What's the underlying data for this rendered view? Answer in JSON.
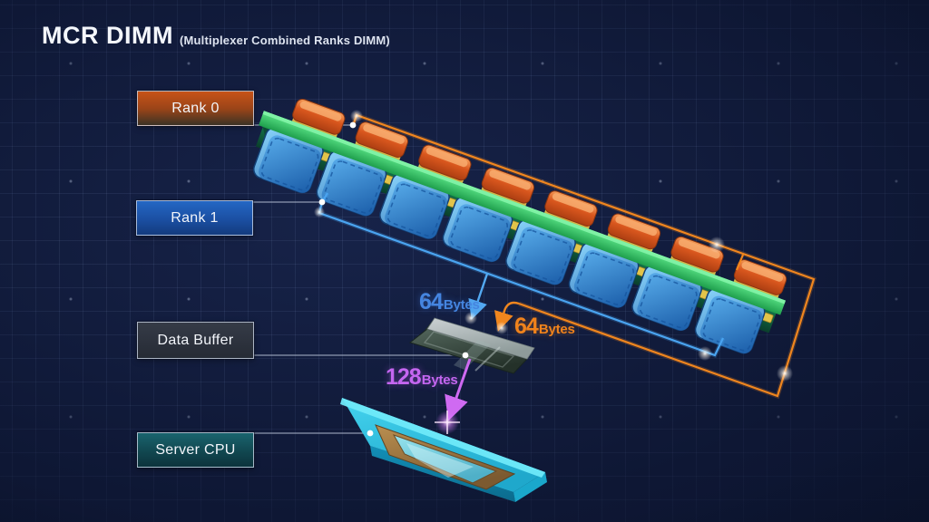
{
  "title": {
    "main": "MCR DIMM",
    "sub": "(Multiplexer Combined Ranks DIMM)"
  },
  "labels": {
    "rank0": "Rank 0",
    "rank1": "Rank 1",
    "data_buffer": "Data Buffer",
    "server_cpu": "Server CPU"
  },
  "annotations": {
    "rank1_to_buffer": {
      "value": "64",
      "unit": "Bytes",
      "color": "#4585E0"
    },
    "rank0_to_buffer": {
      "value": "64",
      "unit": "Bytes",
      "color": "#F0831C"
    },
    "buffer_to_cpu": {
      "value": "128",
      "unit": "Bytes",
      "color": "#C466F0"
    }
  },
  "diagram": {
    "dimm_module": {
      "rank0_chip_count": 8,
      "rank1_chip_count": 8,
      "rank0_chip_color": "#D9581E",
      "rank1_chip_color": "#2E7FD0",
      "pcb_color": "#2DBD5F"
    },
    "data_buffer_chip": {
      "top_color": "#B4BDBF",
      "body_color": "#44564C"
    },
    "server_cpu_chip": {
      "board_color": "#2EC8E8",
      "substrate_color": "#A07C44",
      "die_color": "#7AD4E4"
    }
  },
  "colors": {
    "background": "#0E1734",
    "grid": "#8EA6D8",
    "rank0_line": "#F0861E",
    "rank1_line": "#4AA4F0",
    "cpu_line": "#CF6AF2",
    "connector_line": "#A8B2C4",
    "label_border": "#D0DAEB"
  }
}
